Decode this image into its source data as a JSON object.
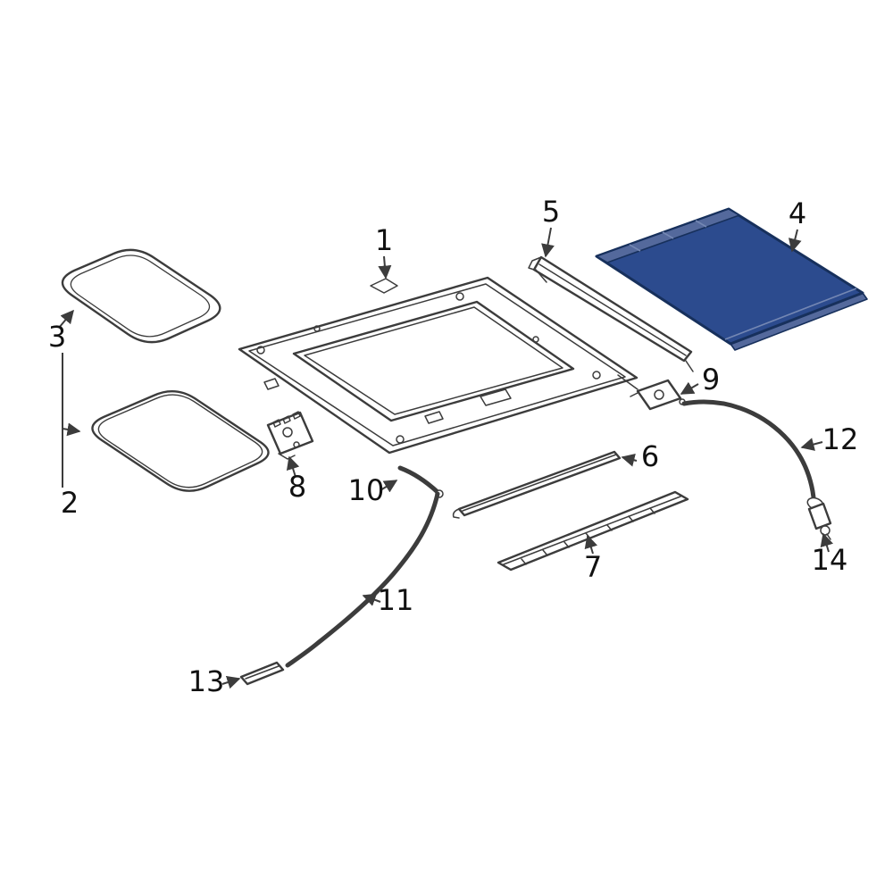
{
  "diagram": {
    "kind": "exploded-parts-diagram",
    "subject": "sunroof-assembly",
    "highlighted_label": "4",
    "background": "#ffffff"
  },
  "colors": {
    "line": "#3c3c3c",
    "label_text": "#111111",
    "highlight_fill": "#2c4b8e",
    "highlight_stroke": "#17305c",
    "highlight_band": "#54699c",
    "highlight_line": "#7487b3"
  },
  "labels": [
    {
      "text": "1"
    },
    {
      "text": "2"
    },
    {
      "text": "3"
    },
    {
      "text": "4"
    },
    {
      "text": "5"
    },
    {
      "text": "6"
    },
    {
      "text": "7"
    },
    {
      "text": "8"
    },
    {
      "text": "9"
    },
    {
      "text": "10"
    },
    {
      "text": "11"
    },
    {
      "text": "12"
    },
    {
      "text": "13"
    },
    {
      "text": "14"
    }
  ]
}
